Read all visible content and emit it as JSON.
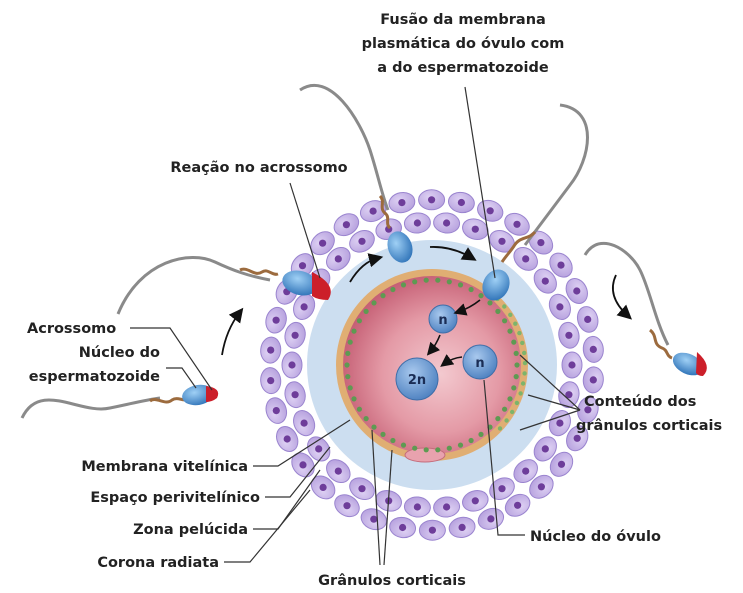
{
  "labels": {
    "fusion": [
      "Fusão da membrana",
      "plasmática do óvulo com",
      "a do espermatozoide"
    ],
    "acrosome_reaction": "Reação no acrossomo",
    "acrosome": "Acrossomo",
    "sperm_nucleus": [
      "Núcleo do",
      "espermatozoide"
    ],
    "vitelline_membrane": "Membrana vitelínica",
    "perivitelline_space": "Espaço perivitelínico",
    "zona_pellucida": "Zona pelúcida",
    "corona_radiata": "Corona radiata",
    "cortical_granules": "Grânulos corticais",
    "cortical_contents": [
      "Conteúdo dos",
      "grânulos corticais"
    ],
    "egg_nucleus": "Núcleo do óvulo"
  },
  "inner_labels": {
    "n_sperm": "n",
    "n_egg": "n",
    "zygote": "2n"
  },
  "colors": {
    "corona_cell": "#c4b1e6",
    "corona_cell_edge": "#9a84cf",
    "corona_nucleus": "#6e3d9a",
    "zona": "#c9dcef",
    "perivitelline": "#e0ae73",
    "cytoplasm": "#e49aa6",
    "cytoplasm_dark": "#c1576e",
    "granule": "#5e9a52",
    "nucleus": "#5d90cc",
    "sperm_head": "#3d86c7",
    "acrosome_tip": "#cc1f2a",
    "leader": "#333333"
  }
}
